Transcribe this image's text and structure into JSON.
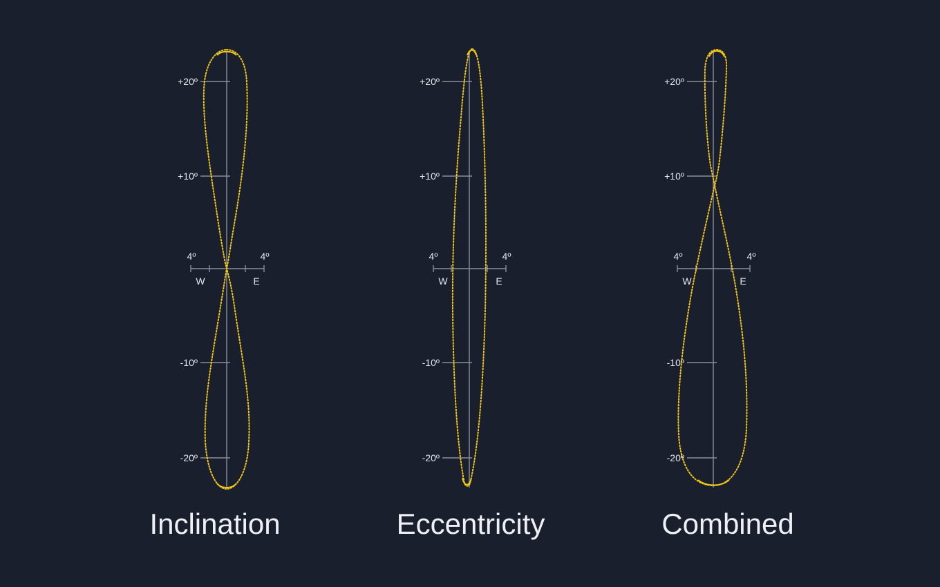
{
  "background_color": "#1a1f2e",
  "curve_color": "#f2c818",
  "axis_color": "#8a8f99",
  "y_axis": {
    "ticks": [
      20,
      10,
      -10,
      -20
    ],
    "tick_labels": [
      "+20º",
      "+10º",
      "-10º",
      "-20º"
    ]
  },
  "x_axis": {
    "left_extent_label": "4º",
    "right_extent_label": "4º",
    "west_label": "W",
    "east_label": "E"
  },
  "panels": [
    {
      "id": "inclination",
      "title": "Inclination"
    },
    {
      "id": "eccentricity",
      "title": "Eccentricity"
    },
    {
      "id": "combined",
      "title": "Combined"
    }
  ]
}
